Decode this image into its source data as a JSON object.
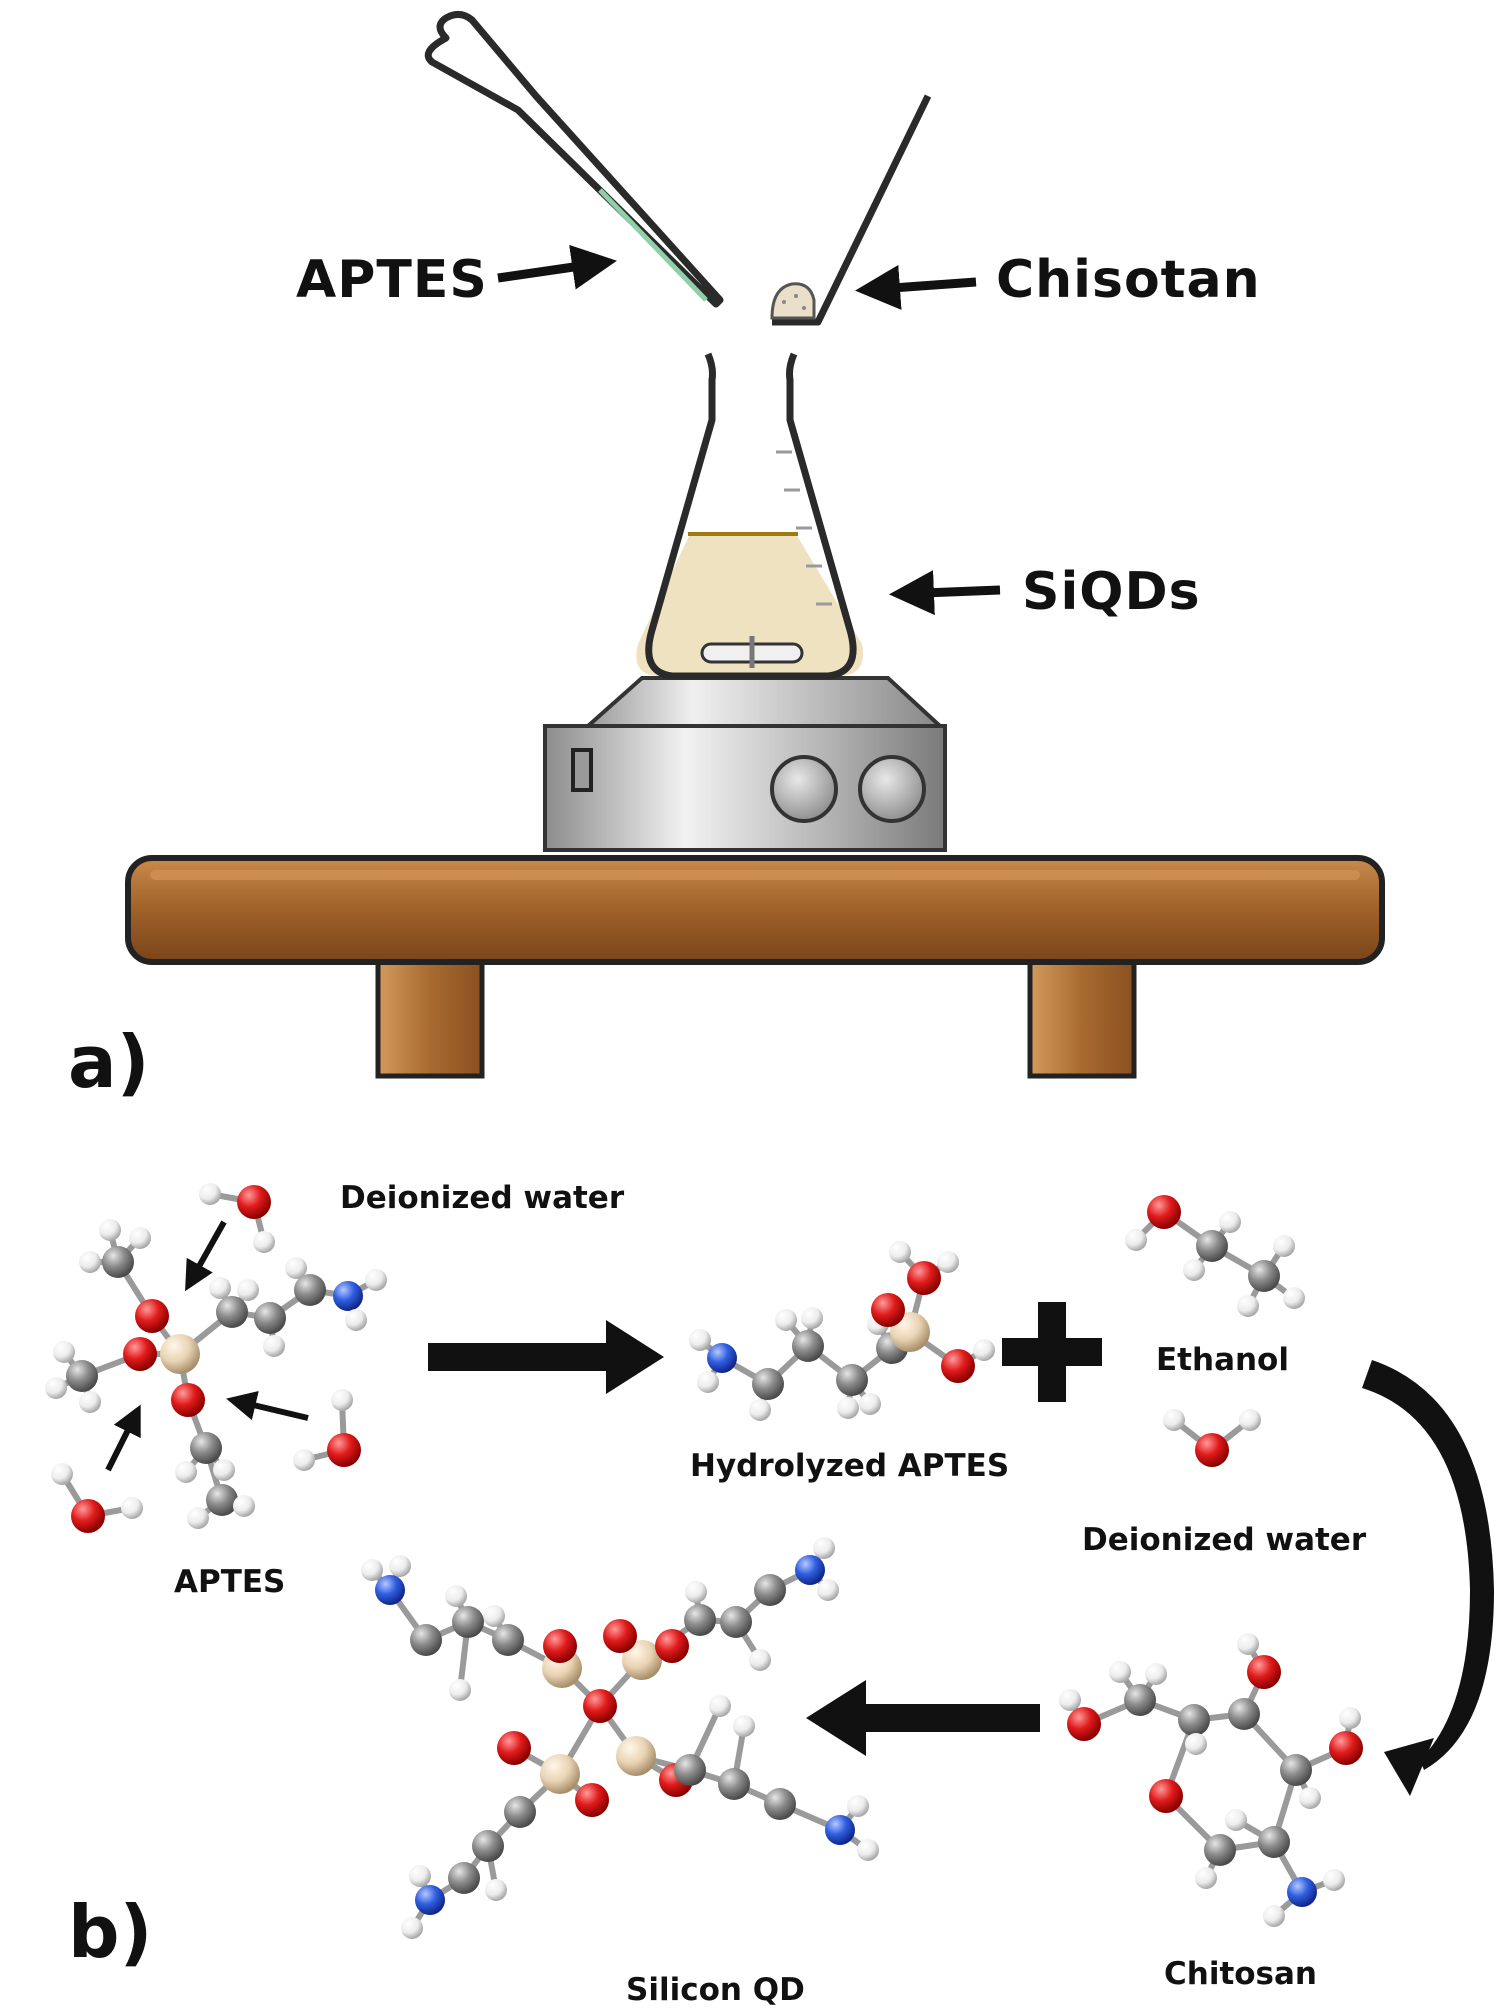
{
  "panel_a": {
    "label": "a)",
    "labels": {
      "aptes": "APTES",
      "chitosan": "Chisotan",
      "siqds": "SiQDs"
    }
  },
  "panel_b": {
    "label": "b)",
    "labels": {
      "water_top": "Deionized water",
      "aptes": "APTES",
      "hydrolyzed": "Hydrolyzed APTES",
      "ethanol": "Ethanol",
      "water_right": "Deionized water",
      "chitosan": "Chitosan",
      "silicon_qd": "Silicon QD"
    }
  },
  "colors": {
    "oxygen": "#e01b1b",
    "carbon": "#8c8c8c",
    "hydrogen": "#f4f4f4",
    "nitrogen": "#2f5fe0",
    "silicon": "#e9d3b3",
    "solution": "#efe2c0",
    "table_wood": "#a0612a",
    "stirrer_metal": "#b8b8b8"
  }
}
